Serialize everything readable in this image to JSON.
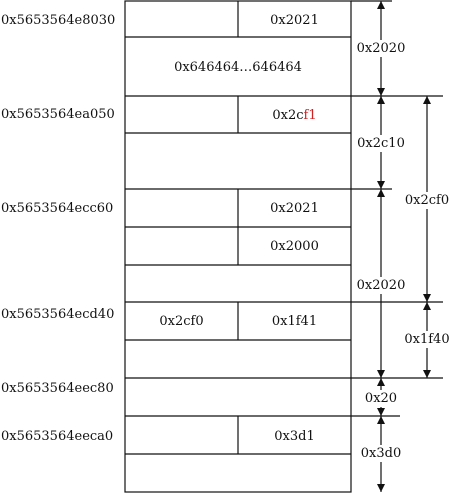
{
  "addresses": [
    "0x5653564e8030",
    "0x5653564ea050",
    "0x5653564ecc60",
    "0x5653564ecd40",
    "0x5653564eec80",
    "0x5653564eeca0"
  ],
  "cells": {
    "chunk1_size": "0x2021",
    "chunk1_data": "0x646464…646464",
    "chunk2_size_prefix": "0x2c",
    "chunk2_size_suffix": "f1",
    "chunk3_size": "0x2021",
    "chunk3_field2": "0x2000",
    "chunk4_prev": "0x2cf0",
    "chunk4_size": "0x1f41",
    "chunk6_size": "0x3d1"
  },
  "measures": {
    "m1": "0x2020",
    "m2": "0x2c10",
    "m3": "0x2020",
    "m4": "0x20",
    "m5": "0x3d0",
    "big1": "0x2cf0",
    "big2": "0x1f40"
  },
  "colors": {
    "highlight": "#cc2222",
    "ink": "#111111"
  }
}
